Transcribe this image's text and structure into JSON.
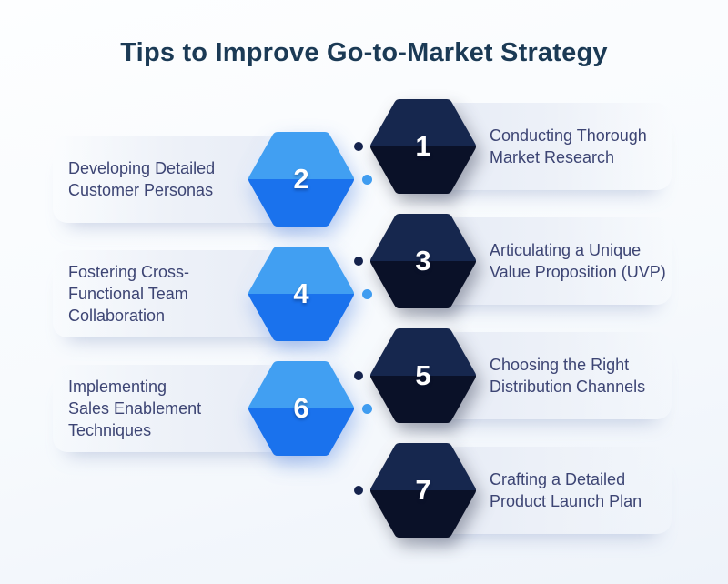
{
  "title": "Tips to Improve Go-to-Market Strategy",
  "steps": [
    {
      "number": "1",
      "variant": "dark",
      "side": "right",
      "lines": [
        "Conducting Thorough",
        "Market Research"
      ]
    },
    {
      "number": "2",
      "variant": "blue",
      "side": "left",
      "lines": [
        "Developing Detailed",
        "Customer Personas"
      ]
    },
    {
      "number": "3",
      "variant": "dark",
      "side": "right",
      "lines": [
        "Articulating a Unique",
        "Value Proposition (UVP)"
      ]
    },
    {
      "number": "4",
      "variant": "blue",
      "side": "left",
      "lines": [
        "Fostering Cross-",
        "Functional Team",
        "Collaboration"
      ]
    },
    {
      "number": "5",
      "variant": "dark",
      "side": "right",
      "lines": [
        "Choosing the Right",
        "Distribution Channels"
      ]
    },
    {
      "number": "6",
      "variant": "blue",
      "side": "left",
      "lines": [
        "Implementing",
        "Sales Enablement",
        "Techniques"
      ]
    },
    {
      "number": "7",
      "variant": "dark",
      "side": "right",
      "lines": [
        "Crafting a Detailed",
        "Product Launch Plan"
      ]
    }
  ],
  "colors": {
    "title_text": "#1b3a55",
    "label_text": "#3d4574",
    "number_text": "#ffffff",
    "dark_hex_top": "#16274e",
    "dark_hex_bottom": "#0a1128",
    "blue_hex_top": "#419ff2",
    "blue_hex_bottom": "#1a72ed",
    "dark_dot": "#15234d",
    "blue_dot": "#3f9cf0",
    "band": "#e7ecf6",
    "background": "#f4f8fc"
  }
}
